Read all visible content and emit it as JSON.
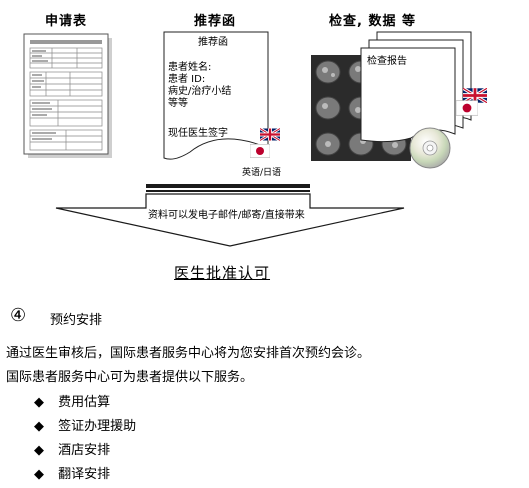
{
  "columns": {
    "application_title": "申请表",
    "referral_title": "推荐函",
    "exam_title": "检查, 数据 等"
  },
  "referral_letter": {
    "heading": "推荐函",
    "body": "患者姓名:\n患者 ID:\n病史/治疗小结\n等等",
    "signature": "现任医生签字",
    "language_note": "英语/日语"
  },
  "exam_report": {
    "heading": "检查报告"
  },
  "arrow": {
    "note": "资料可以发电子邮件/邮寄/直接带来"
  },
  "approval": "医生批准认可",
  "step": {
    "number": "④",
    "title": "预约安排"
  },
  "paragraph": [
    "通过医生审核后，国际患者服务中心将为您安排首次预约会诊。",
    "国际患者服务中心可为患者提供以下服务。"
  ],
  "bullet_symbol": "◆",
  "services": [
    "费用估算",
    "签证办理援助",
    "酒店安排",
    "翻译安排"
  ],
  "colors": {
    "text": "#000000",
    "line": "#1a1a1a",
    "scan_bg": "#2b2b2b"
  },
  "icons": [
    "uk-flag-icon",
    "japan-flag-icon",
    "cd-disc-icon",
    "down-arrow-icon"
  ]
}
